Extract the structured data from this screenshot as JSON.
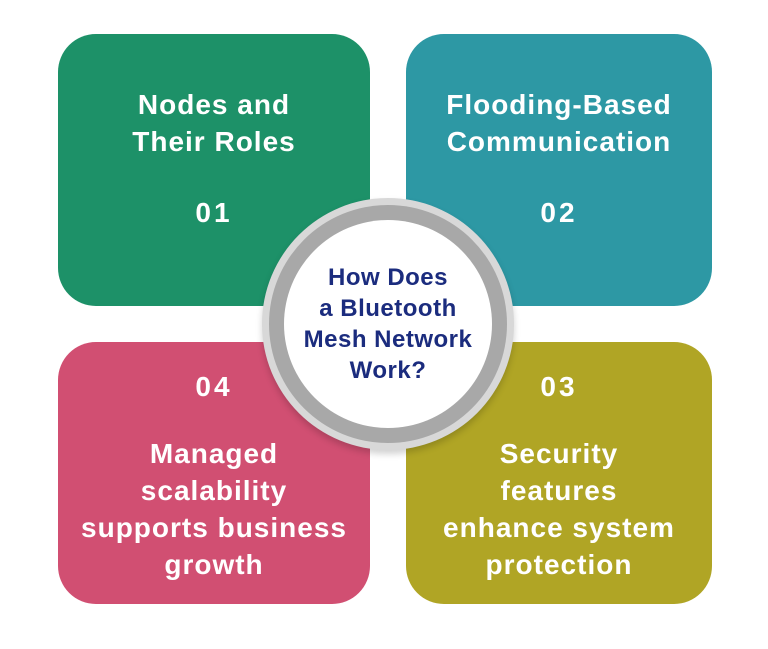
{
  "colors": {
    "background": "#FFFFFF",
    "card_green": "#1D9168",
    "card_teal": "#2D98A4",
    "card_pink": "#D14F72",
    "card_olive": "#B0A525",
    "card_text": "#FFFFFF",
    "hub_ring_outer": "#D8D8D8",
    "hub_ring": "#A8A8A8",
    "hub_fill": "#FFFFFF",
    "hub_text": "#1B2C7E"
  },
  "center": {
    "title_lines": [
      "How Does",
      "a Bluetooth",
      "Mesh Network",
      "Work?"
    ]
  },
  "cards": [
    {
      "number": "01",
      "position": "top-left",
      "color": "#1D9168",
      "title_lines": [
        "Nodes and",
        "Their Roles"
      ]
    },
    {
      "number": "02",
      "position": "top-right",
      "color": "#2D98A4",
      "title_lines": [
        "Flooding-Based",
        "Communication"
      ]
    },
    {
      "number": "03",
      "position": "bottom-right",
      "color": "#B0A525",
      "title_lines": [
        "Security",
        "features",
        "enhance system",
        "protection"
      ]
    },
    {
      "number": "04",
      "position": "bottom-left",
      "color": "#D14F72",
      "title_lines": [
        "Managed",
        "scalability",
        "supports business",
        "growth"
      ]
    }
  ]
}
